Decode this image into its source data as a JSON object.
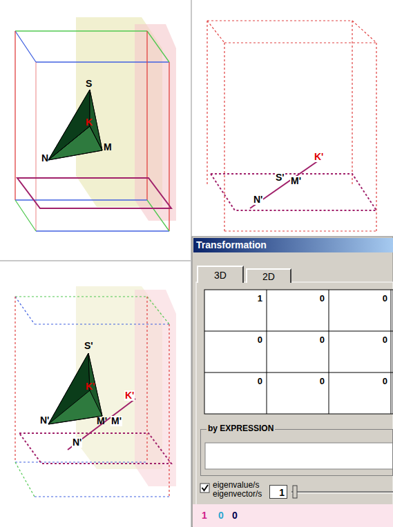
{
  "diagram": {
    "nodes": [
      {
        "text": [
          "Transformation"
        ]
      },
      {
        "text": [
          "3D"
        ],
        "in": 0
      },
      {
        "text": [
          "2D"
        ],
        "in": 0
      },
      {
        "text": [
          "by EXPRESSION"
        ],
        "in": 0
      },
      {
        "text": [
          "1"
        ],
        "in": 0
      }
    ],
    "labels": [
      "S",
      "K",
      "N",
      "M",
      "S'",
      "M'",
      "N'",
      "K'",
      "S'",
      "K'",
      "N'",
      "M'",
      "M'",
      "K'",
      "N'",
      "1",
      "0",
      "0",
      "0",
      "0",
      "0",
      "0",
      "0",
      "0",
      "eigenvalue/s eigenvector/s",
      "1",
      "0",
      "0"
    ]
  }
}
